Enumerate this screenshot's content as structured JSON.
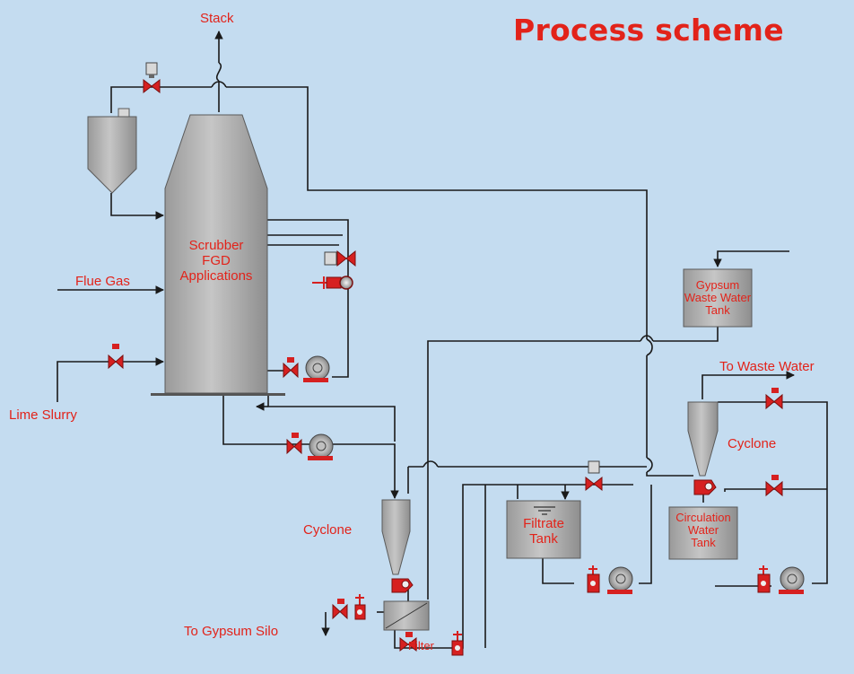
{
  "title": "Process scheme",
  "labels": {
    "stack": "Stack",
    "flue_gas": "Flue Gas",
    "lime_slurry": "Lime Slurry",
    "scrubber": [
      "Scrubber",
      "FGD",
      "Applications"
    ],
    "gypsum_tank": [
      "Gypsum",
      "Waste Water",
      "Tank"
    ],
    "to_waste_water": "To Waste Water",
    "cyclone_left": "Cyclone",
    "cyclone_right": "Cyclone",
    "filtrate_tank": [
      "Filtrate",
      "Tank"
    ],
    "circulation_tank": [
      "Circulation",
      "Water",
      "Tank"
    ],
    "to_gypsum_silo": "To Gypsum Silo",
    "filter": "Filter"
  },
  "colors": {
    "background": "#c4dcf0",
    "label": "#e2231a",
    "pipe": "#1a1a1a",
    "vessel": "#b3b3b3",
    "valve": "#d62020"
  }
}
